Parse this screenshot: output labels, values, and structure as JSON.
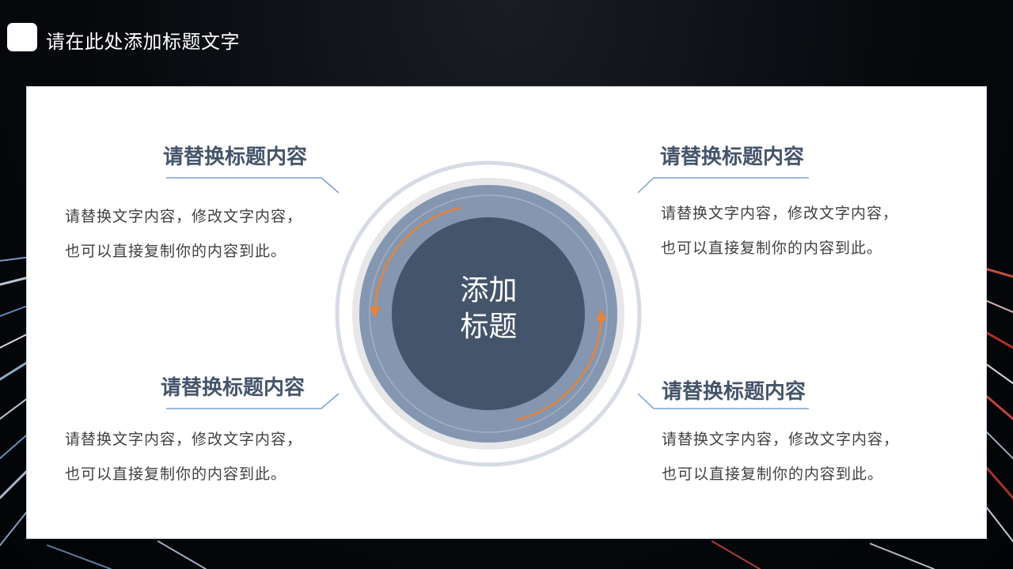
{
  "page": {
    "title": "请在此处添加标题文字"
  },
  "center": {
    "line1": "添加",
    "line2": "标题"
  },
  "blocks": [
    {
      "heading": "请替换标题内容",
      "line1": "请替换文字内容，修改文字内容，",
      "line2": "也可以直接复制你的内容到此。"
    },
    {
      "heading": "请替换标题内容",
      "line1": "请替换文字内容，修改文字内容，",
      "line2": "也可以直接复制你的内容到此。"
    },
    {
      "heading": "请替换标题内容",
      "line1": "请替换文字内容，修改文字内容，",
      "line2": "也可以直接复制你的内容到此。"
    },
    {
      "heading": "请替换标题内容",
      "line1": "请替换文字内容，修改文字内容，",
      "line2": "也可以直接复制你的内容到此。"
    }
  ],
  "colors": {
    "heading": "#44546a",
    "ring_outer": "#d6dbe5",
    "ring_mid": "#8496b0",
    "core": "#44546a",
    "arrow": "#e6843a",
    "connector": "#5b8ec7"
  }
}
